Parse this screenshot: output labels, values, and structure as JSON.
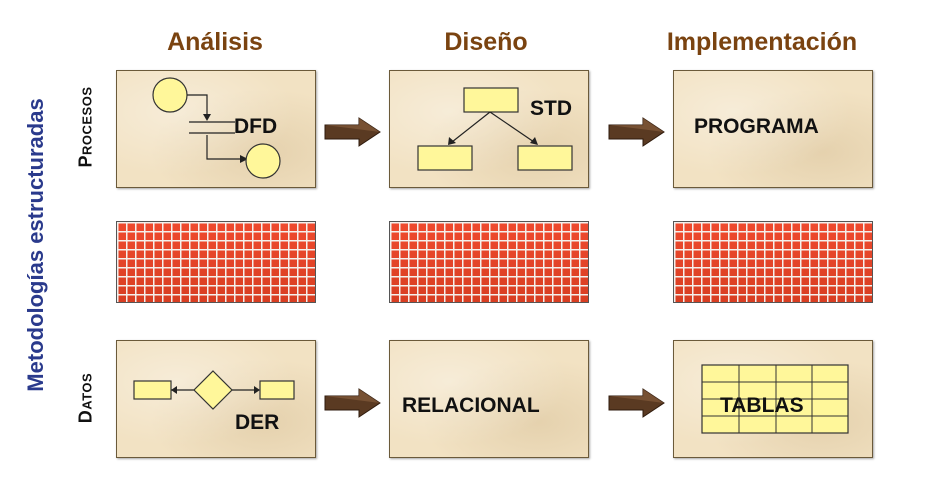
{
  "columns": {
    "analisis": "Análisis",
    "diseno": "Diseño",
    "implementacion": "Implementación"
  },
  "side_title": "Metodologías estructuradas",
  "rows": {
    "procesos": "Procesos",
    "datos": "Datos"
  },
  "panels": {
    "dfd": "DFD",
    "std": "STD",
    "programa": "PROGRAMA",
    "der": "DER",
    "relacional": "RELACIONAL",
    "tablas": "TABLAS"
  },
  "colors": {
    "column_title": "#7a4310",
    "side_title": "#2a3a8c",
    "panel_bg": "#f2e2c3",
    "shape_fill": "#fff79a",
    "brick": "#e8462b",
    "arrow": "#5a3a22"
  }
}
